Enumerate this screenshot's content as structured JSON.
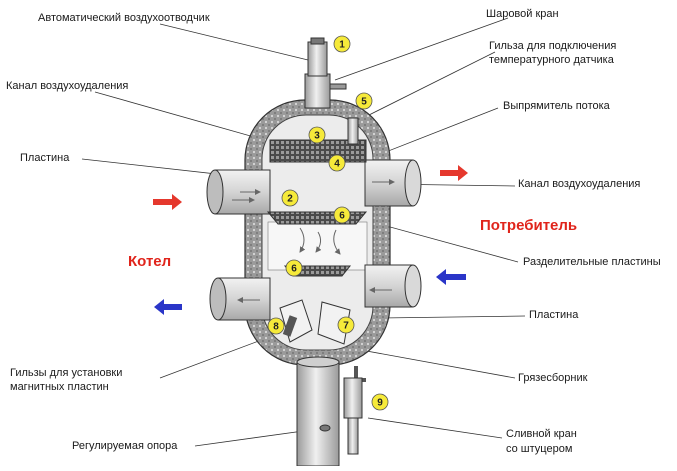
{
  "labels": {
    "auto_vent": "Автоматический воздухоотводчик",
    "ball_valve": "Шаровой кран",
    "sleeve_temp_1": "Гильза для подключения",
    "sleeve_temp_2": "температурного датчика",
    "air_channel_left": "Канал воздухоудаления",
    "flow_straightener": "Выпрямитель потока",
    "plate_top": "Пластина",
    "air_channel_right": "Канал воздухоудаления",
    "separating_plates": "Разделительные пластины",
    "plate_bottom": "Пластина",
    "mag_sleeves_1": "Гильзы для установки",
    "mag_sleeves_2": "магнитных пластин",
    "mud_collector": "Грязесборник",
    "adjustable_support": "Регулируемая опора",
    "drain_valve_1": "Сливной кран",
    "drain_valve_2": "со штуцером"
  },
  "sides": {
    "boiler": "Котел",
    "consumer": "Потребитель"
  },
  "badges": [
    "1",
    "2",
    "3",
    "4",
    "5",
    "6",
    "6",
    "7",
    "8",
    "9"
  ],
  "colors": {
    "accent_red": "#e0241b",
    "flow_red": "#e5382d",
    "flow_blue": "#2a35c8",
    "badge_fill": "#f6ea3a",
    "body_gray": "#bfbfbf",
    "insulation": "#8a8a8a"
  }
}
